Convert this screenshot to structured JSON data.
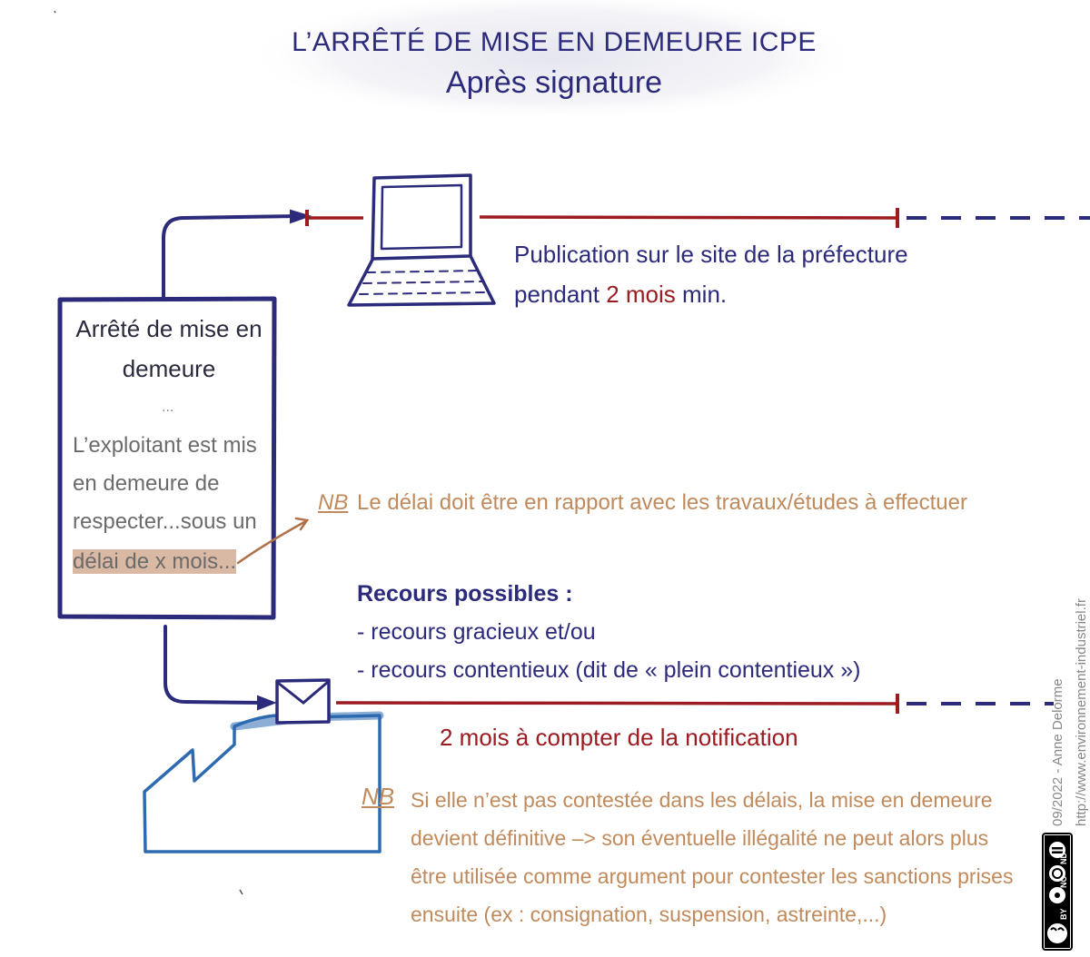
{
  "title": {
    "main": "L’ARRÊTÉ DE MISE EN DEMEURE ICPE",
    "sub": "Après signature"
  },
  "document": {
    "heading": "Arrêté de mise en demeure",
    "ellipsis": "...",
    "body_lines": [
      "L’exploitant est mis",
      "en demeure de",
      "respecter...sous un"
    ],
    "highlighted": "délai de x mois..."
  },
  "publication": {
    "line1": "Publication sur le site de la préfecture",
    "line2_prefix": "pendant ",
    "line2_duration": "2 mois",
    "line2_suffix": " min."
  },
  "nb_label": "NB",
  "nb_delay": "Le délai doit être en rapport avec les travaux/études à effectuer",
  "recours": {
    "heading": "Recours possibles :",
    "items": [
      "- recours gracieux et/ou",
      "- recours contentieux (dit de « plein contentieux »)"
    ]
  },
  "notification": "2 mois à compter de la notification",
  "nb_final": [
    "Si elle n’est pas contestée dans les délais, la mise en demeure",
    "devient définitive –> son éventuelle illégalité ne peut alors plus",
    "être utilisée comme argument pour contester les sanctions prises",
    "ensuite (ex : consignation, suspension, astreinte,...)"
  ],
  "credits": {
    "author": "09/2022 - Anne Delorme",
    "url": "http://www.environnement-industriel.fr"
  },
  "license": [
    "BY",
    "NC",
    "ND"
  ],
  "icons": [
    "laptop-icon",
    "envelope-icon",
    "factory-icon",
    "creative-commons-icon"
  ],
  "colors": {
    "navy": "#2c2a7a",
    "red": "#9b1b20",
    "orange": "#c08a5c",
    "highlight": "#d9b8a4",
    "factory_blue": "#2e6ab0"
  }
}
